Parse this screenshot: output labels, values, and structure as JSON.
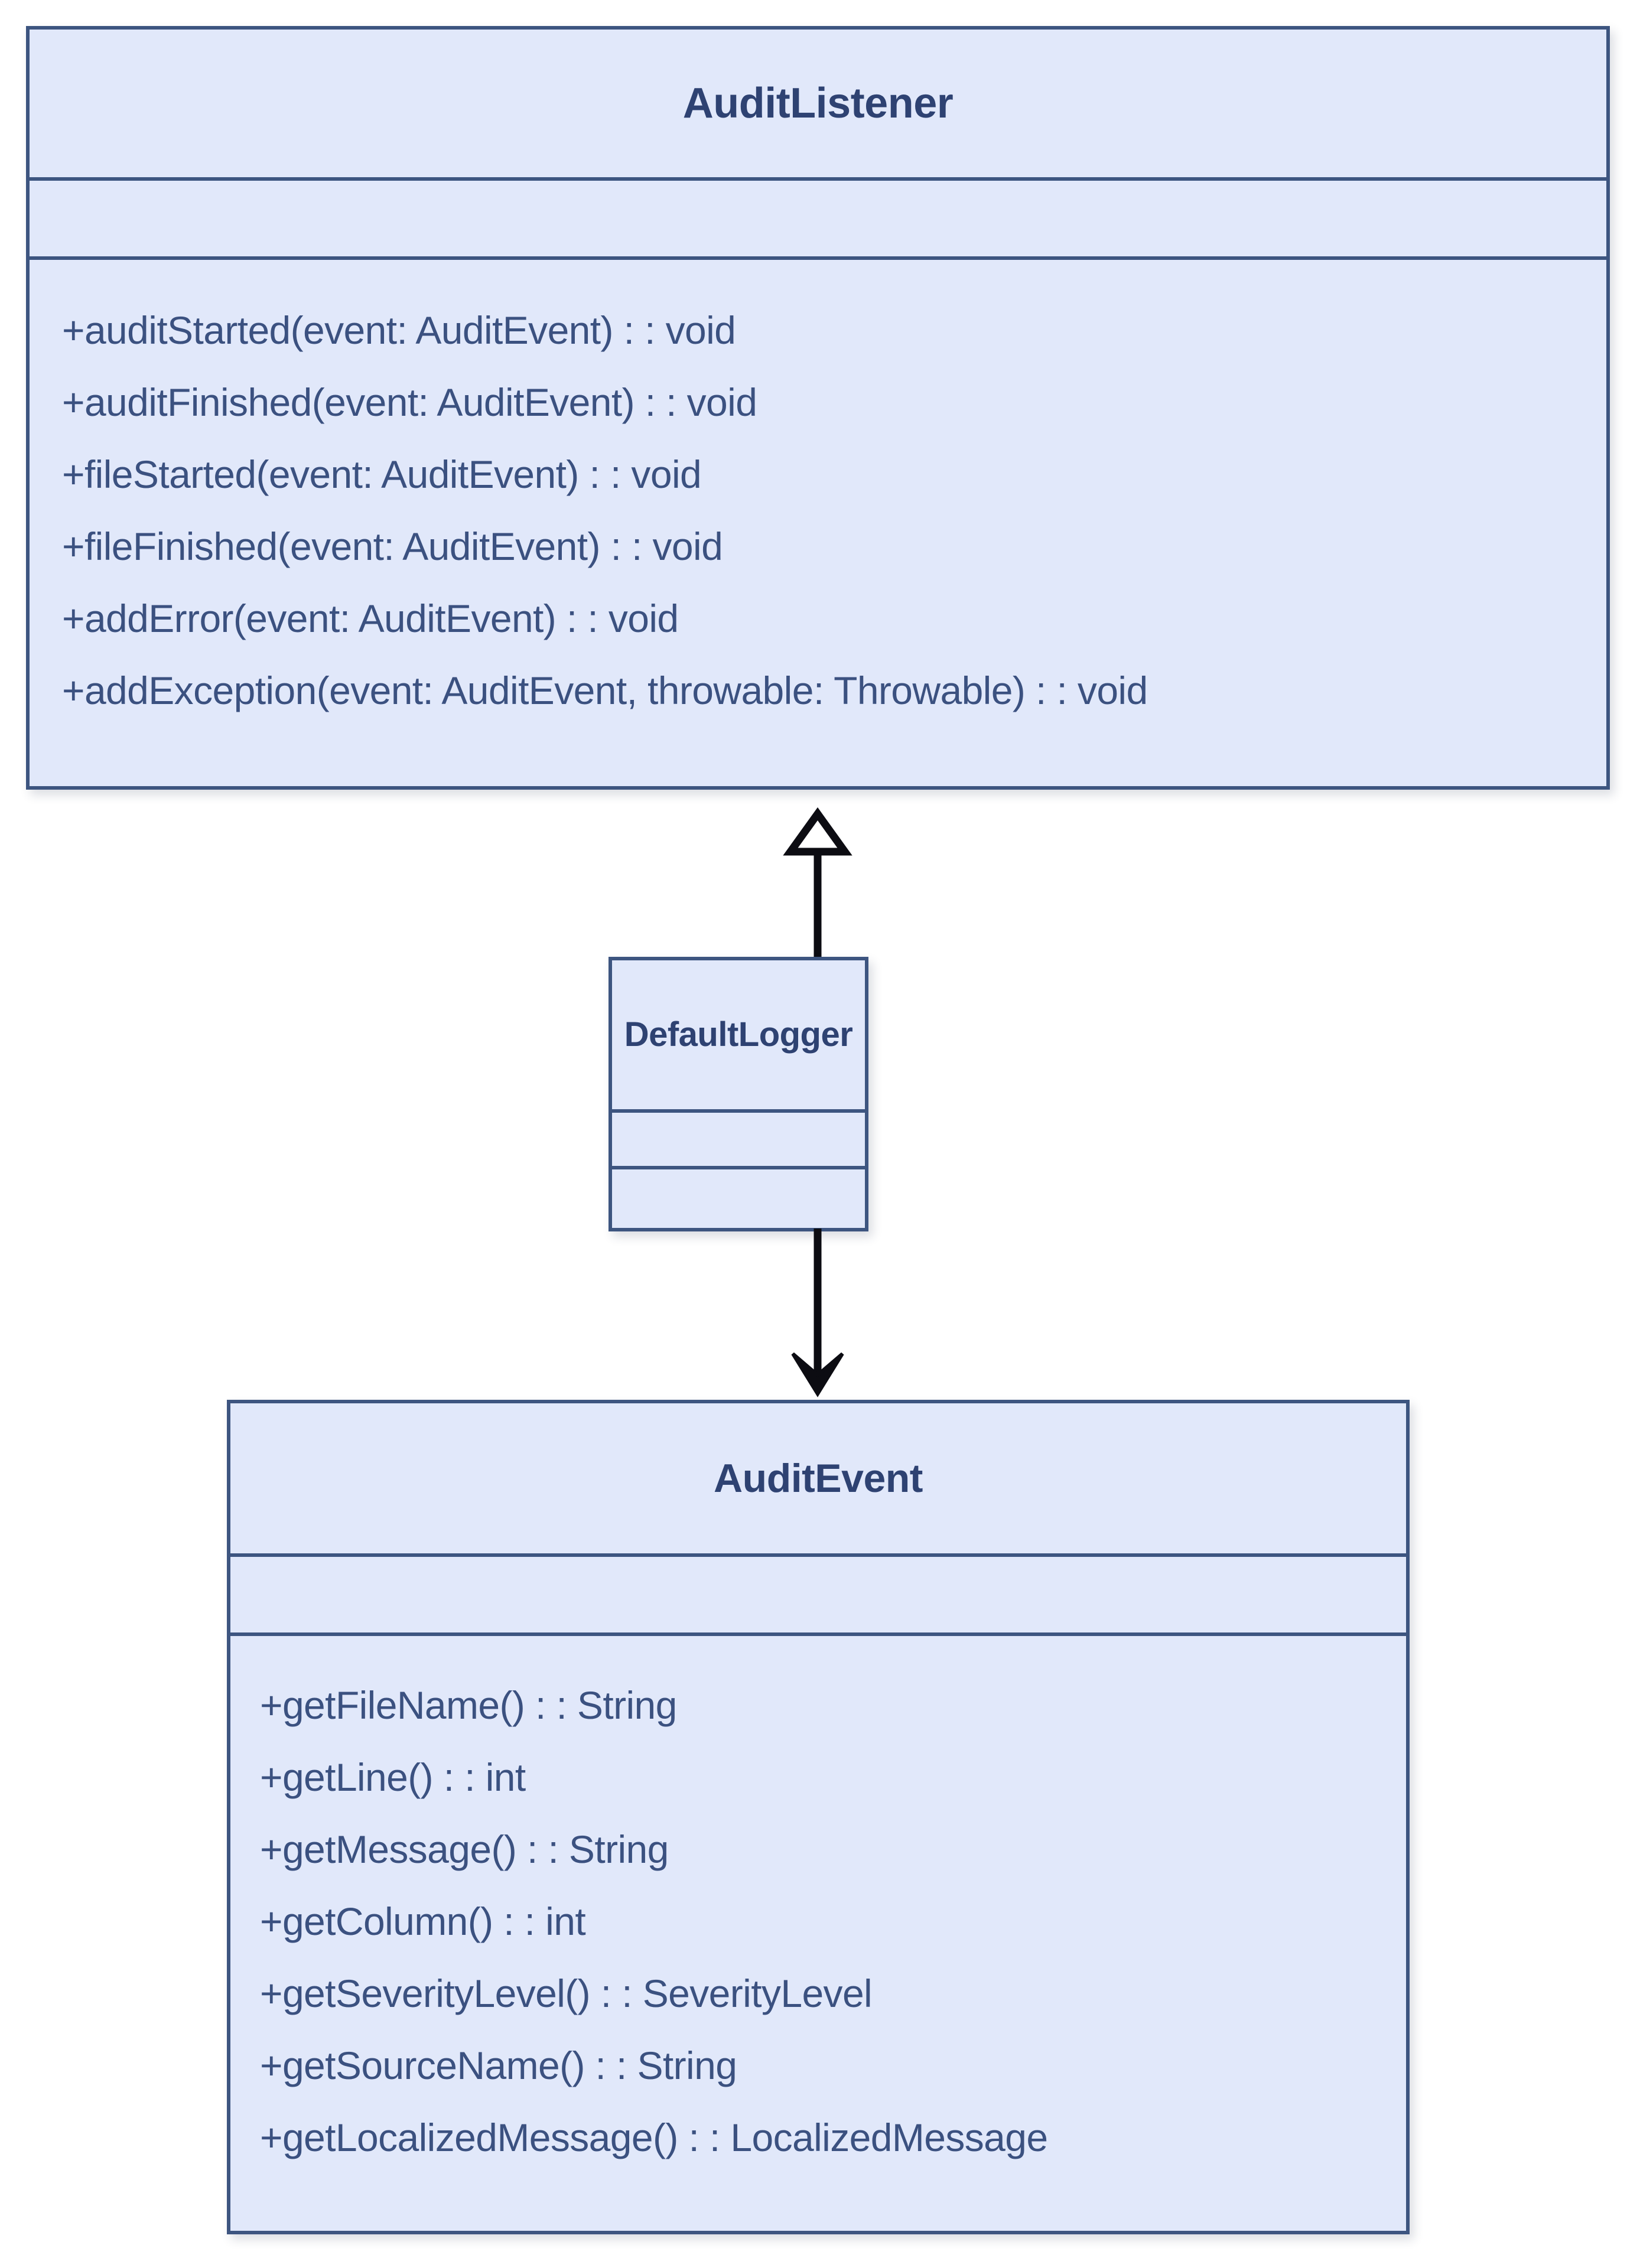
{
  "diagram": {
    "type": "uml-class-diagram",
    "background_color": "#ffffff",
    "box_fill_color": "#e1e8fa",
    "box_border_color": "#3d5580",
    "title_text_color": "#2e4272",
    "member_text_color": "#3b5180",
    "connector_color": "#000000"
  },
  "classes": [
    {
      "id": "auditlistener",
      "name": "AuditListener",
      "attributes": [],
      "methods": [
        "+auditStarted(event: AuditEvent) : : void",
        "+auditFinished(event: AuditEvent) : : void",
        "+fileStarted(event: AuditEvent) : : void",
        "+fileFinished(event: AuditEvent) : : void",
        "+addError(event: AuditEvent) : : void",
        "+addException(event: AuditEvent, throwable: Throwable) : : void"
      ]
    },
    {
      "id": "defaultlogger",
      "name": "DefaultLogger",
      "attributes": [],
      "methods": []
    },
    {
      "id": "auditevent",
      "name": "AuditEvent",
      "attributes": [],
      "methods": [
        "+getFileName() : : String",
        "+getLine() : : int",
        "+getMessage() : : String",
        "+getColumn() : : int",
        "+getSeverityLevel() : : SeverityLevel",
        "+getSourceName() : : String",
        "+getLocalizedMessage() : : LocalizedMessage"
      ]
    }
  ],
  "relationships": [
    {
      "id": "generalization",
      "kind": "generalization",
      "from": "DefaultLogger",
      "to": "AuditListener",
      "arrowhead": "hollow-triangle",
      "direction": "up",
      "label": ""
    },
    {
      "id": "dependency",
      "kind": "dependency",
      "from": "DefaultLogger",
      "to": "AuditEvent",
      "arrowhead": "open-arrow",
      "direction": "down",
      "label": ""
    }
  ]
}
